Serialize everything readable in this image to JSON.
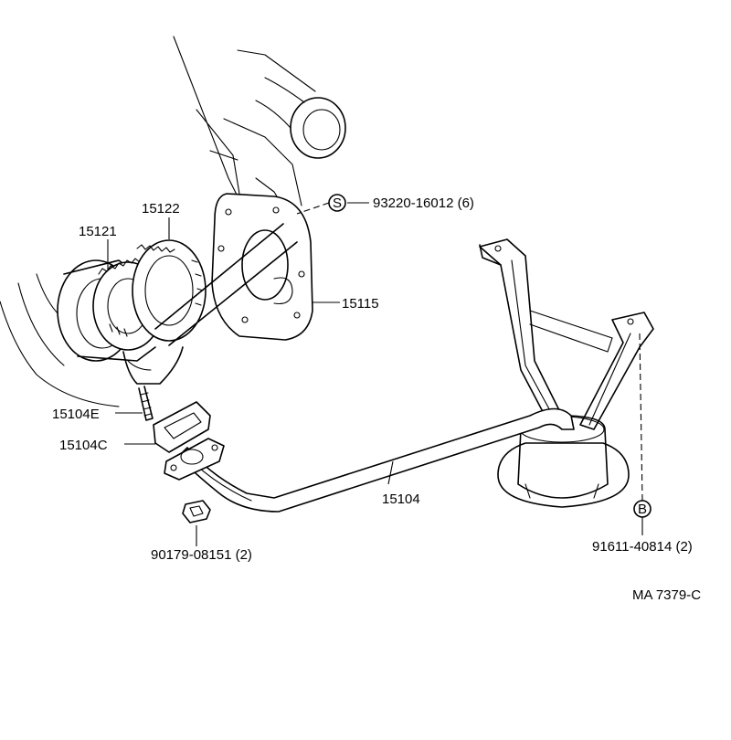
{
  "labels": {
    "p15122": "15122",
    "p15121": "15121",
    "p93220": "93220-16012 (6)",
    "p15115": "15115",
    "p15104E": "15104E",
    "p15104C": "15104C",
    "p15104": "15104",
    "p90179": "90179-08151 (2)",
    "p91611": "91611-40814 (2)",
    "ref": "MA 7379-C"
  },
  "symbols": {
    "s": "S",
    "b": "B"
  }
}
